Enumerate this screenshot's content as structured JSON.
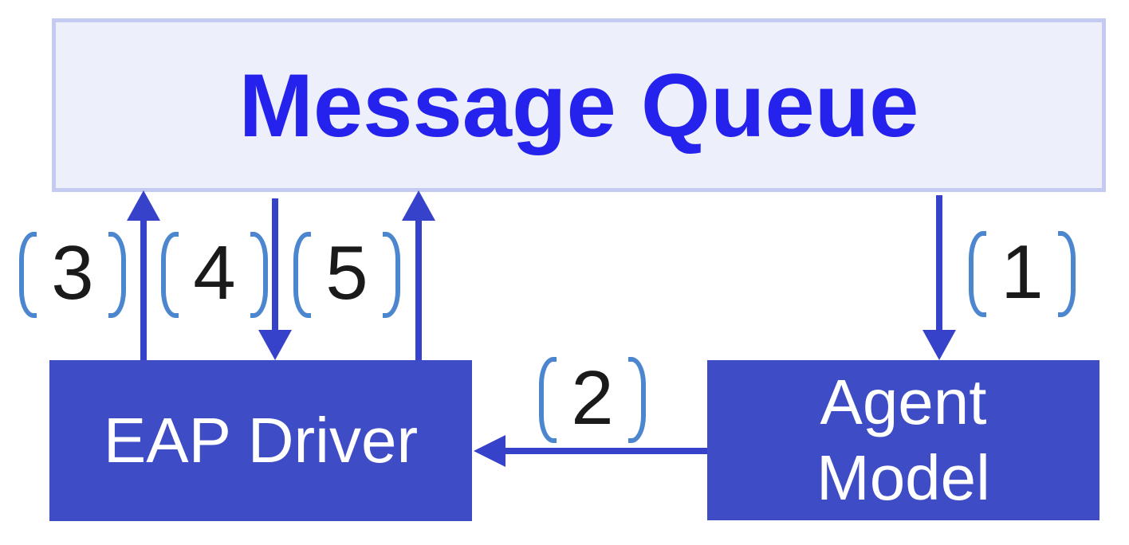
{
  "diagram": {
    "nodes": {
      "message_queue": {
        "label": "Message Queue"
      },
      "eap_driver": {
        "label": "EAP Driver"
      },
      "agent_model": {
        "lines": [
          "Agent",
          "Model"
        ]
      }
    },
    "steps": [
      {
        "id": "1",
        "from": "Message Queue",
        "to": "Agent Model",
        "direction": "down"
      },
      {
        "id": "2",
        "from": "Agent Model",
        "to": "EAP Driver",
        "direction": "left"
      },
      {
        "id": "3",
        "from": "EAP Driver",
        "to": "Message Queue",
        "direction": "up"
      },
      {
        "id": "4",
        "from": "Message Queue",
        "to": "EAP Driver",
        "direction": "down"
      },
      {
        "id": "5",
        "from": "EAP Driver",
        "to": "Message Queue",
        "direction": "up"
      }
    ],
    "colors": {
      "node_fill": "#3E4CC5",
      "arrow_color": "#3742CA",
      "queue_fill": "#EDEFFB",
      "queue_border": "#C5CAF3",
      "queue_text": "#2422EC",
      "bracket_color": "#4C86CE",
      "step_number_color": "#1A1A1A",
      "node_text": "#FFFFFF",
      "bg": "#FFFFFF"
    }
  }
}
